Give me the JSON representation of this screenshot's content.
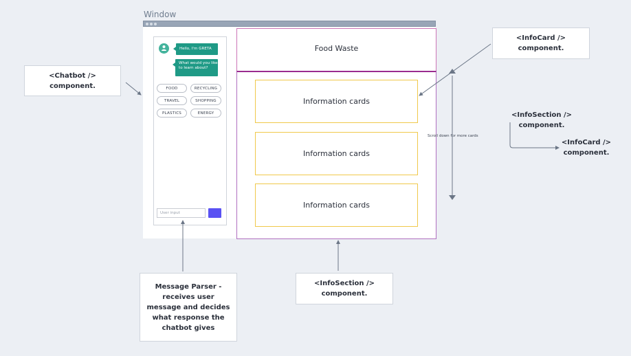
{
  "window": {
    "label": "Window"
  },
  "chatbot": {
    "greeting": "Hello, I'm GRETA",
    "question": [
      "What would you like",
      "to learn about?"
    ],
    "options": [
      "FOOD",
      "RECYCLING",
      "TRAVEL",
      "SHOPPING",
      "PLASTICS",
      "ENERGY"
    ],
    "input_placeholder": "User input"
  },
  "info_section": {
    "title": "Food Waste",
    "cards": [
      "Information cards",
      "Information cards",
      "Information cards"
    ],
    "scroll_note": "Scroll down for more cards"
  },
  "annotations": {
    "chatbot": [
      "<Chatbot />",
      "component."
    ],
    "infocard": [
      "<InfoCard />",
      "component."
    ],
    "infosection_right": [
      "<InfoSection />",
      "component."
    ],
    "infocard_nested": [
      "<InfoCard />",
      "component."
    ],
    "message_parser": [
      "Message Parser -",
      "receives user",
      "message and decides",
      "what response the",
      "chatbot gives"
    ],
    "infosection_bottom": [
      "<InfoSection />",
      "component."
    ]
  },
  "colors": {
    "page_bg": "#eceff4",
    "titlebar": "#98a5b6",
    "bubble": "#1f9a86",
    "send_button": "#5a52f3",
    "card_border": "#f0c84a",
    "section_border": "#9a2b8f",
    "arrow": "#6b7686"
  }
}
